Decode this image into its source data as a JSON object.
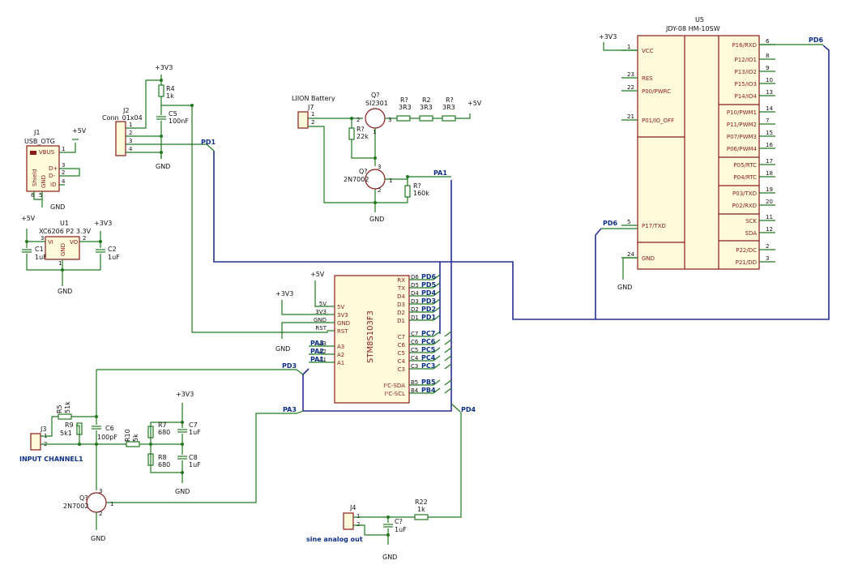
{
  "J1": {
    "ref": "J1",
    "value": "USB_OTG",
    "pins": {
      "vbus": "VBUS",
      "dp": "D+",
      "dm": "D-",
      "id": "ID",
      "gnd": "GND",
      "shield": "Shield"
    },
    "nums": [
      "1",
      "2",
      "3",
      "4",
      "5",
      "6"
    ]
  },
  "J2": {
    "ref": "J2",
    "value": "Conn_01x04",
    "nums": [
      "1",
      "2",
      "3",
      "4"
    ]
  },
  "J3": {
    "ref": "J3",
    "label": "INPUT CHANNEL1",
    "nums": [
      "1",
      "2"
    ]
  },
  "J4": {
    "ref": "J4",
    "label": "sine analog out",
    "nums": [
      "1",
      "2"
    ]
  },
  "J7": {
    "ref": "J7",
    "label": "LIION Battery",
    "nums": [
      "1",
      "2"
    ]
  },
  "U1": {
    "ref": "U1",
    "value": "XC6206 P2 3.3V",
    "pins": {
      "vi": "VI",
      "vo": "VO",
      "gnd": "GND"
    },
    "nums": [
      "3",
      "2",
      "1"
    ]
  },
  "U5": {
    "ref": "U5",
    "value": "JDY-08 HM-10SW",
    "left": [
      {
        "n": "1",
        "t": "VCC"
      },
      {
        "n": "23",
        "t": "RES"
      },
      {
        "n": "22",
        "t": "P00/PWRC"
      },
      {
        "n": "21",
        "t": "P01/IO_OFF"
      },
      {
        "n": "5",
        "t": "P17/TXD"
      },
      {
        "n": "24",
        "t": "GND"
      }
    ],
    "right": [
      {
        "n": "6",
        "t": "P16/RXD"
      },
      {
        "n": "8",
        "t": "P12/IO1"
      },
      {
        "n": "9",
        "t": "P13/IO2"
      },
      {
        "n": "10",
        "t": "P15/IO3"
      },
      {
        "n": "13",
        "t": "P14/IO4"
      },
      {
        "n": "14",
        "t": "P10/PWM1"
      },
      {
        "n": "7",
        "t": "P11/PWM2"
      },
      {
        "n": "15",
        "t": "P07/PWM3"
      },
      {
        "n": "16",
        "t": "P06/PWM4"
      },
      {
        "n": "17",
        "t": "P05/RTC"
      },
      {
        "n": "18",
        "t": "P04/RTC"
      },
      {
        "n": "19",
        "t": "P03/TXD"
      },
      {
        "n": "20",
        "t": "P02/RXD"
      },
      {
        "n": "11",
        "t": "SCK"
      },
      {
        "n": "12",
        "t": "SDA"
      },
      {
        "n": "2",
        "t": "P22/DC"
      },
      {
        "n": "3",
        "t": "P21/DD"
      }
    ]
  },
  "U2": {
    "value": "STM8S103F3",
    "left": [
      {
        "t": "5V",
        "p": "5V"
      },
      {
        "t": "3V3",
        "p": "3V3"
      },
      {
        "t": "GND",
        "p": "GND"
      },
      {
        "t": "RST",
        "p": "RST"
      },
      {
        "t": "A3",
        "p": "A3"
      },
      {
        "t": "A2",
        "p": "A2"
      },
      {
        "t": "A1",
        "p": "A1"
      }
    ],
    "right": [
      {
        "t": "RX",
        "p": "D6"
      },
      {
        "t": "TX",
        "p": "D5"
      },
      {
        "t": "D4",
        "p": "D4"
      },
      {
        "t": "D3",
        "p": "D3"
      },
      {
        "t": "D2",
        "p": "D2"
      },
      {
        "t": "D1",
        "p": "D1"
      },
      {
        "t": "C7",
        "p": "C7"
      },
      {
        "t": "C6",
        "p": "C6"
      },
      {
        "t": "C5",
        "p": "C5"
      },
      {
        "t": "C4",
        "p": "C4"
      },
      {
        "t": "C3",
        "p": "C3"
      },
      {
        "t": "I²C-SDA",
        "p": "B5"
      },
      {
        "t": "I²C-SCL",
        "p": "B4"
      }
    ]
  },
  "Q1": {
    "ref": "Q?",
    "value": "SI2301",
    "nums": [
      "1",
      "2",
      "3"
    ]
  },
  "Q2": {
    "ref": "Q?",
    "value": "2N7002",
    "nums": [
      "3",
      "2",
      "1"
    ]
  },
  "Q3": {
    "ref": "Q?",
    "value": "2N7002",
    "nums": [
      "3",
      "2",
      "1"
    ]
  },
  "R4": {
    "ref": "R4",
    "value": "1k"
  },
  "R_gate": {
    "ref": "R?",
    "value": "22k"
  },
  "R2a": {
    "ref": "R?",
    "value": "3R3"
  },
  "R2b": {
    "ref": "R2",
    "value": "3R3"
  },
  "R7top": {
    "ref": "R?",
    "value": "3R3"
  },
  "R_pd": {
    "ref": "R?",
    "value": "160k"
  },
  "R5": {
    "ref": "R5",
    "value": "51k"
  },
  "R9": {
    "ref": "R9",
    "value": "5k1"
  },
  "R10": {
    "ref": "R10",
    "value": "5k"
  },
  "R7": {
    "ref": "R7",
    "value": "680"
  },
  "R8": {
    "ref": "R8",
    "value": "680"
  },
  "R22": {
    "ref": "R22",
    "value": "1k"
  },
  "C1": {
    "ref": "C1",
    "value": "1uF"
  },
  "C2": {
    "ref": "C2",
    "value": "1uF"
  },
  "C5": {
    "ref": "C5",
    "value": "100nF"
  },
  "C6": {
    "ref": "C6",
    "value": "100pF"
  },
  "C7": {
    "ref": "C7",
    "value": "1uF"
  },
  "C8": {
    "ref": "C8",
    "value": "1uF"
  },
  "C7b": {
    "ref": "C?",
    "value": "1uF"
  },
  "power": {
    "p5v": "+5V",
    "p3v3": "+3V3",
    "gnd": "GND"
  },
  "nets": {
    "PD1": "PD1",
    "PD2": "PD2",
    "PD3": "PD3",
    "PD4": "PD4",
    "PD5": "PD5",
    "PD6": "PD6",
    "PA1": "PA1",
    "PA2": "PA2",
    "PA3": "PA3",
    "PC3": "PC3",
    "PC4": "PC4",
    "PC5": "PC5",
    "PC6": "PC6",
    "PC7": "PC7",
    "PB4": "PB4",
    "PB5": "PB5"
  }
}
